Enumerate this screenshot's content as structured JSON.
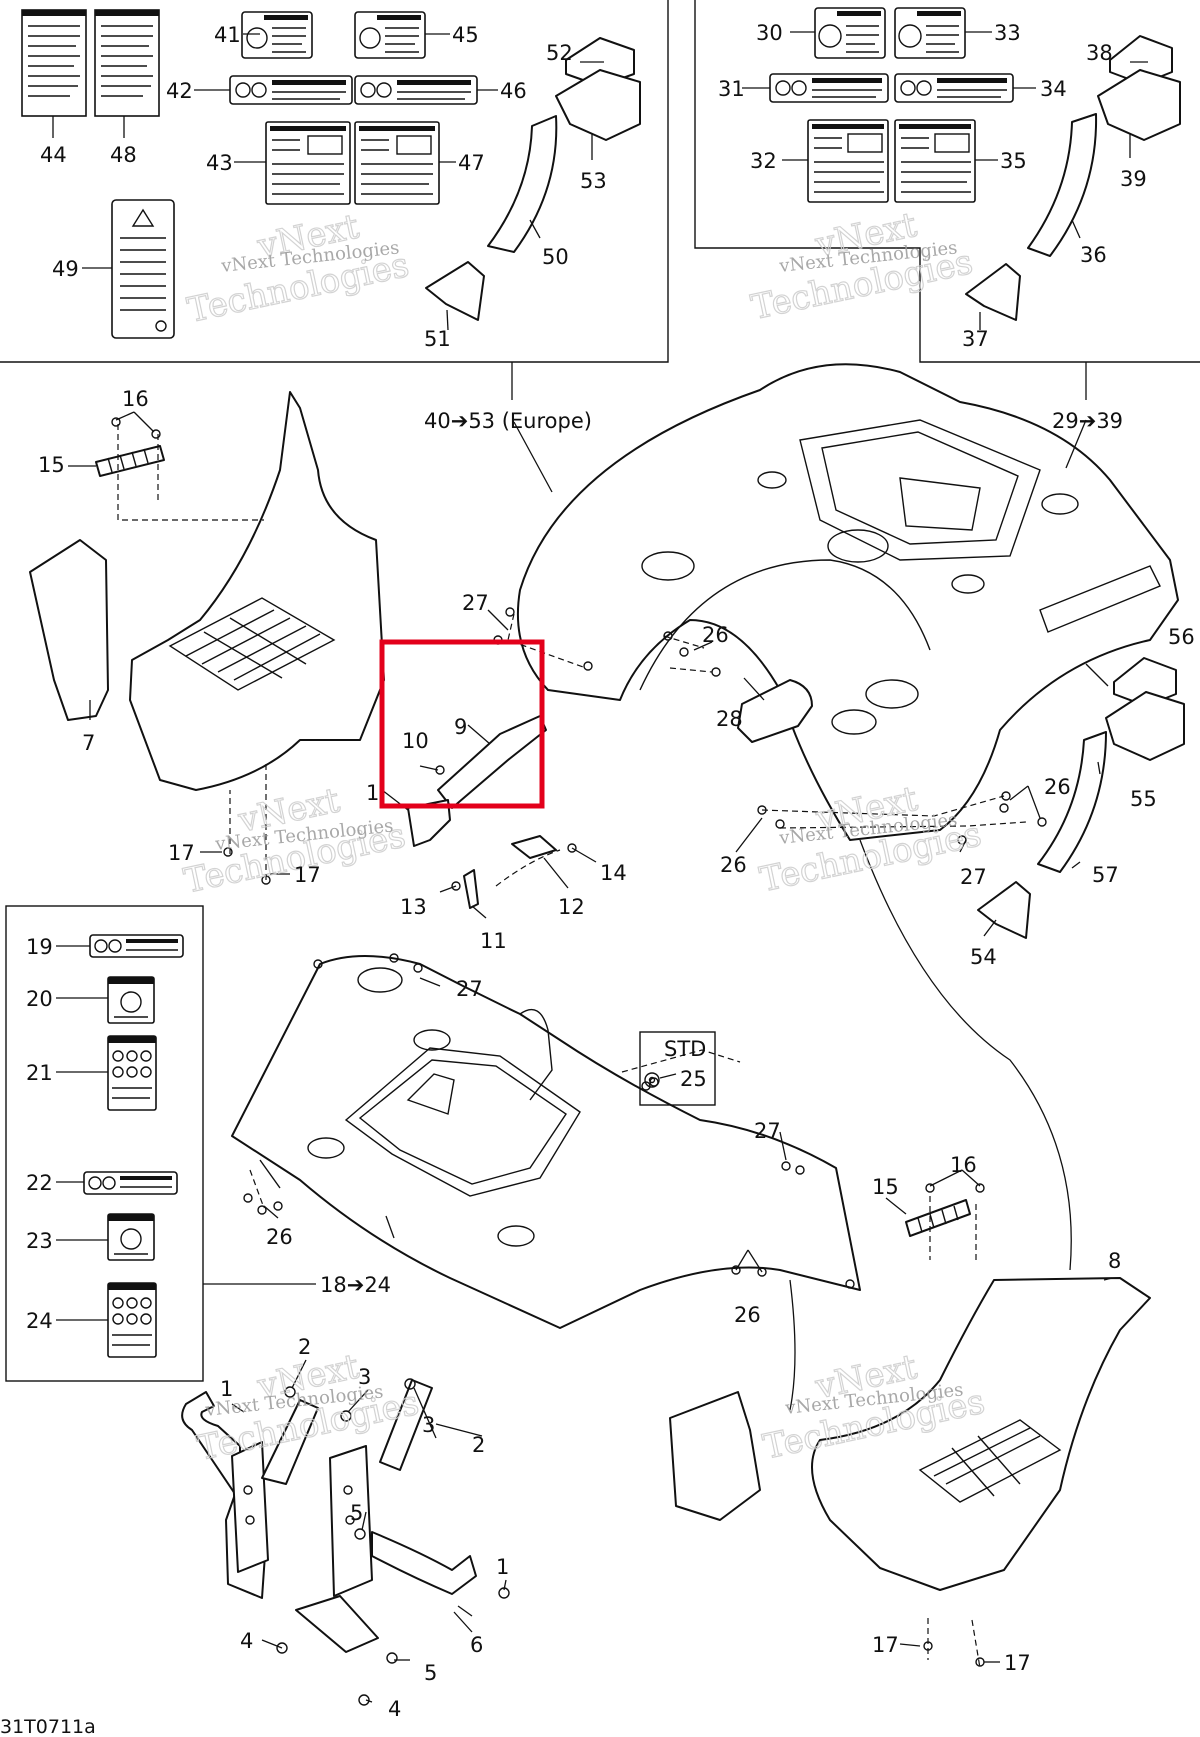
{
  "diagram": {
    "figure_code": "31T0711a",
    "group_labels": {
      "europe_group": "40➔53 (Europe)",
      "group_29_39": "29➔39",
      "group_18_24": "18➔24",
      "std_box": "STD"
    },
    "watermark": {
      "brand_small": "vNext Technologies",
      "line1": "vNext",
      "line2": "Technologies"
    },
    "callouts": {
      "n1": "1",
      "n2": "2",
      "n3": "3",
      "n4": "4",
      "n5": "5",
      "n6": "6",
      "n7": "7",
      "n8": "8",
      "n9": "9",
      "n10": "10",
      "n11": "11",
      "n12": "12",
      "n13": "13",
      "n14": "14",
      "n15": "15",
      "n16": "16",
      "n17": "17",
      "n19": "19",
      "n20": "20",
      "n21": "21",
      "n22": "22",
      "n23": "23",
      "n24": "24",
      "n25": "25",
      "n26": "26",
      "n27": "27",
      "n28": "28",
      "n30": "30",
      "n31": "31",
      "n32": "32",
      "n33": "33",
      "n34": "34",
      "n35": "35",
      "n36": "36",
      "n37": "37",
      "n38": "38",
      "n39": "39",
      "n41": "41",
      "n42": "42",
      "n43": "43",
      "n44": "44",
      "n45": "45",
      "n46": "46",
      "n47": "47",
      "n48": "48",
      "n49": "49",
      "n50": "50",
      "n51": "51",
      "n52": "52",
      "n53": "53",
      "n54": "54",
      "n55": "55",
      "n56": "56",
      "n57": "57"
    },
    "colors": {
      "highlight": "#e3001b",
      "line": "#111111",
      "watermark": "#cfcfcf"
    }
  }
}
